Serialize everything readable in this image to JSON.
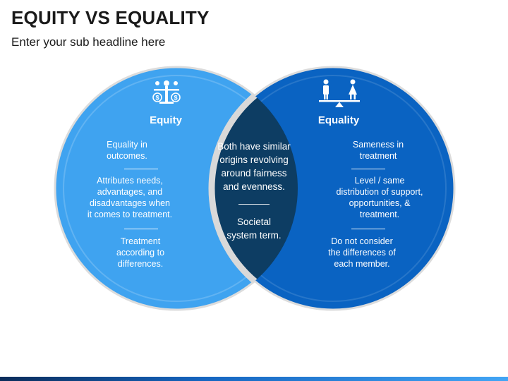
{
  "header": {
    "title": "EQUITY VS EQUALITY",
    "subtitle": "Enter your sub headline here"
  },
  "colors": {
    "left_circle": "#3fa3f0",
    "right_circle": "#0a63c2",
    "overlap": "#0d3d63",
    "outline": "#e6e6e6"
  },
  "left": {
    "icon": "balance-scale-dollar-icon",
    "heading": "Equity",
    "points": [
      [
        "Equality in",
        "outcomes."
      ],
      [
        "Attributes needs,",
        "advantages, and",
        "disadvantages when",
        "it comes to treatment."
      ],
      [
        "Treatment",
        "according to",
        "differences."
      ]
    ]
  },
  "right": {
    "icon": "seesaw-people-icon",
    "heading": "Equality",
    "points": [
      [
        "Sameness in",
        "treatment"
      ],
      [
        "Level / same",
        "distribution of support,",
        "opportunities, &",
        "treatment."
      ],
      [
        "Do not consider",
        "the differences of",
        "each member."
      ]
    ]
  },
  "center": {
    "points": [
      [
        "Both have similar",
        "origins revolving",
        "around fairness",
        "and evenness."
      ],
      [
        "Societal",
        "system term."
      ]
    ]
  }
}
